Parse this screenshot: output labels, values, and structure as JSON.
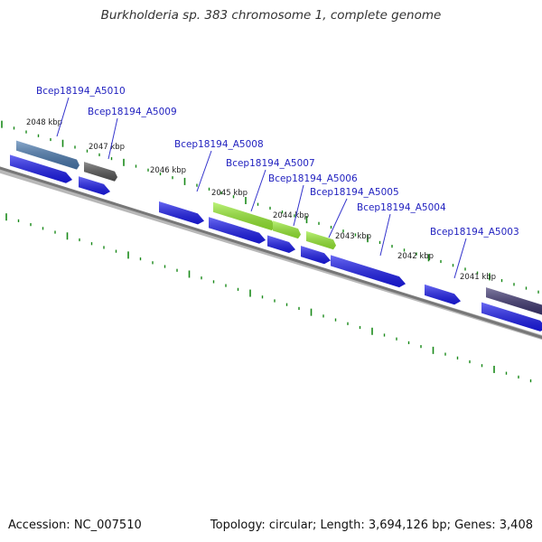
{
  "title": "Burkholderia sp. 383 chromosome 1, complete genome",
  "footer": {
    "accession": "Accession: NC_007510",
    "summary": "Topology: circular; Length: 3,694,126 bp; Genes: 3,408"
  },
  "colors": {
    "cds": "#1a1aee",
    "backbone": "#777777",
    "tick": "#1a8a1a",
    "label": "#1f1fbf",
    "label_line": "#3333cc"
  },
  "tick_labels": [
    "2048 kbp",
    "2047 kbp",
    "2046 kbp",
    "2045 kbp",
    "2044 kbp",
    "2043 kbp",
    "2042 kbp",
    "2041 kbp"
  ],
  "genes": [
    {
      "name": "Bcep18194_A5010",
      "color": "#4a7ab0"
    },
    {
      "name": "Bcep18194_A5009",
      "color": "#555555"
    },
    {
      "name": "Bcep18194_A5008",
      "color": ""
    },
    {
      "name": "Bcep18194_A5007",
      "color": "#99ee33"
    },
    {
      "name": "Bcep18194_A5006",
      "color": "#99ee33"
    },
    {
      "name": "Bcep18194_A5005",
      "color": "#99ee33"
    },
    {
      "name": "Bcep18194_A5004",
      "color": ""
    },
    {
      "name": "Bcep18194_A5003",
      "color": "#3d3570"
    }
  ]
}
